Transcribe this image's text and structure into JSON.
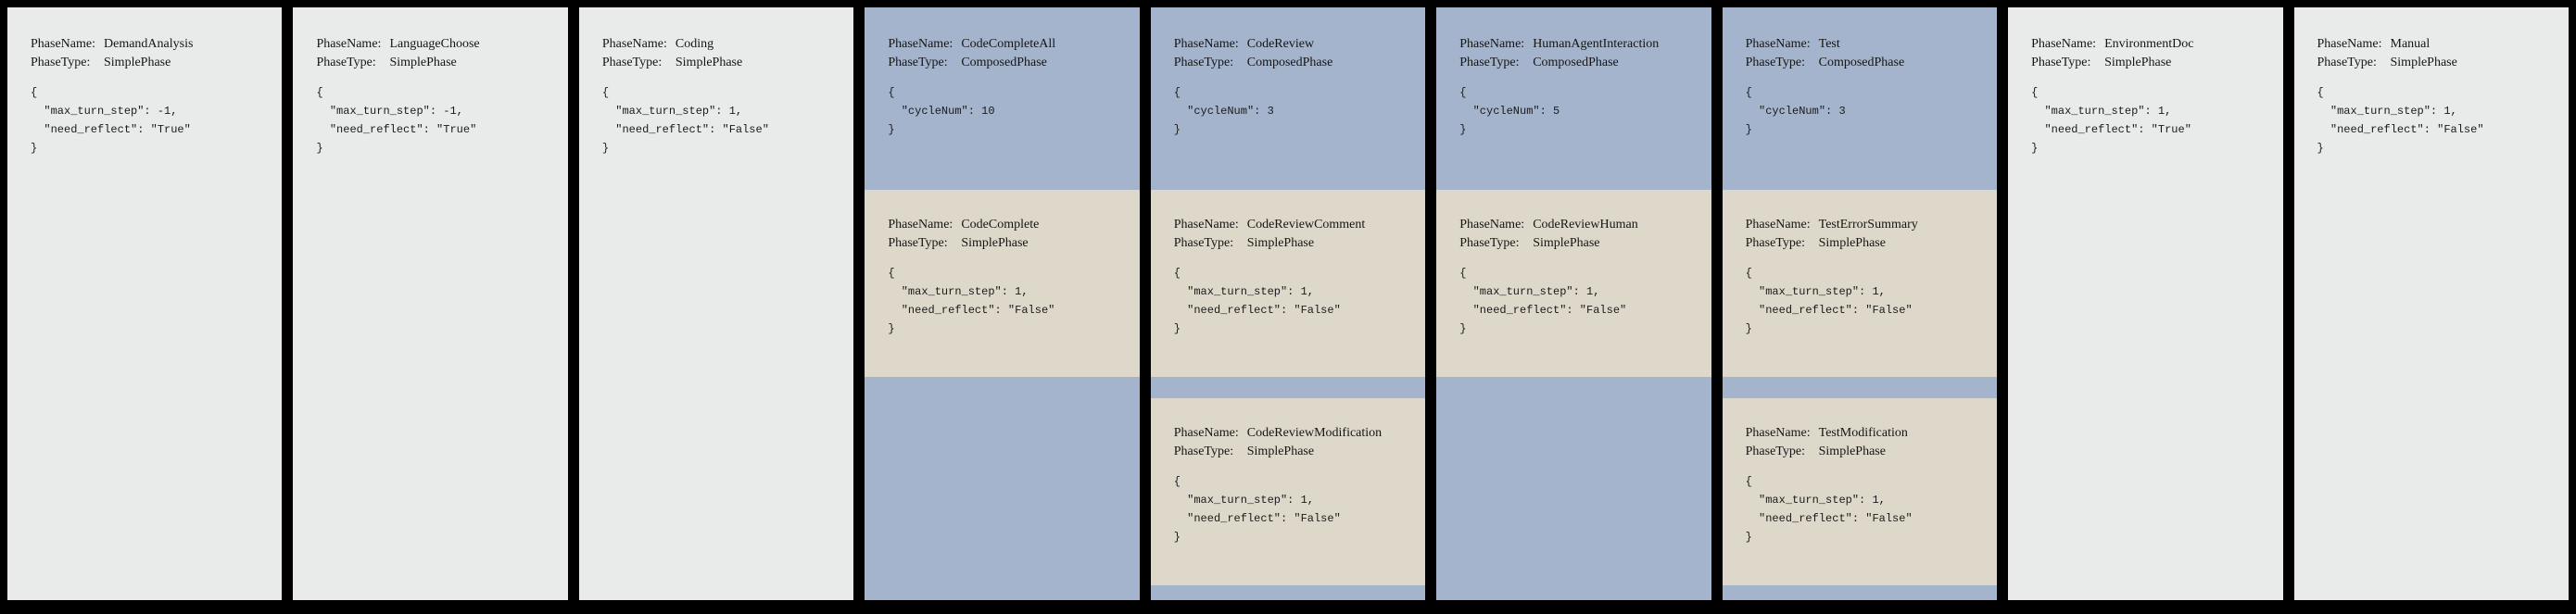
{
  "labels": {
    "phase_name": "PhaseName:",
    "phase_type": "PhaseType:"
  },
  "colors": {
    "background": "#000000",
    "simple_phase_bg": "#e8ebea",
    "composed_phase_bg": "#a4b4cc",
    "sub_phase_bg": "#ded8ca",
    "text": "#151515"
  },
  "phases": [
    {
      "name": "DemandAnalysis",
      "type": "SimplePhase",
      "config": "{\n  \"max_turn_step\": -1,\n  \"need_reflect\": \"True\"\n}",
      "subphases": []
    },
    {
      "name": "LanguageChoose",
      "type": "SimplePhase",
      "config": "{\n  \"max_turn_step\": -1,\n  \"need_reflect\": \"True\"\n}",
      "subphases": []
    },
    {
      "name": "Coding",
      "type": "SimplePhase",
      "config": "{\n  \"max_turn_step\": 1,\n  \"need_reflect\": \"False\"\n}",
      "subphases": []
    },
    {
      "name": "CodeCompleteAll",
      "type": "ComposedPhase",
      "config": "{\n  \"cycleNum\": 10\n}",
      "subphases": [
        {
          "name": "CodeComplete",
          "type": "SimplePhase",
          "config": "{\n  \"max_turn_step\": 1,\n  \"need_reflect\": \"False\"\n}"
        }
      ]
    },
    {
      "name": "CodeReview",
      "type": "ComposedPhase",
      "config": "{\n  \"cycleNum\": 3\n}",
      "subphases": [
        {
          "name": "CodeReviewComment",
          "type": "SimplePhase",
          "config": "{\n  \"max_turn_step\": 1,\n  \"need_reflect\": \"False\"\n}"
        },
        {
          "name": "CodeReviewModification",
          "type": "SimplePhase",
          "config": "{\n  \"max_turn_step\": 1,\n  \"need_reflect\": \"False\"\n}"
        }
      ]
    },
    {
      "name": "HumanAgentInteraction",
      "type": "ComposedPhase",
      "config": "{\n  \"cycleNum\": 5\n}",
      "subphases": [
        {
          "name": "CodeReviewHuman",
          "type": "SimplePhase",
          "config": "{\n  \"max_turn_step\": 1,\n  \"need_reflect\": \"False\"\n}"
        }
      ]
    },
    {
      "name": "Test",
      "type": "ComposedPhase",
      "config": "{\n  \"cycleNum\": 3\n}",
      "subphases": [
        {
          "name": "TestErrorSummary",
          "type": "SimplePhase",
          "config": "{\n  \"max_turn_step\": 1,\n  \"need_reflect\": \"False\"\n}"
        },
        {
          "name": "TestModification",
          "type": "SimplePhase",
          "config": "{\n  \"max_turn_step\": 1,\n  \"need_reflect\": \"False\"\n}"
        }
      ]
    },
    {
      "name": "EnvironmentDoc",
      "type": "SimplePhase",
      "config": "{\n  \"max_turn_step\": 1,\n  \"need_reflect\": \"True\"\n}",
      "subphases": []
    },
    {
      "name": "Manual",
      "type": "SimplePhase",
      "config": "{\n  \"max_turn_step\": 1,\n  \"need_reflect\": \"False\"\n}",
      "subphases": []
    }
  ]
}
